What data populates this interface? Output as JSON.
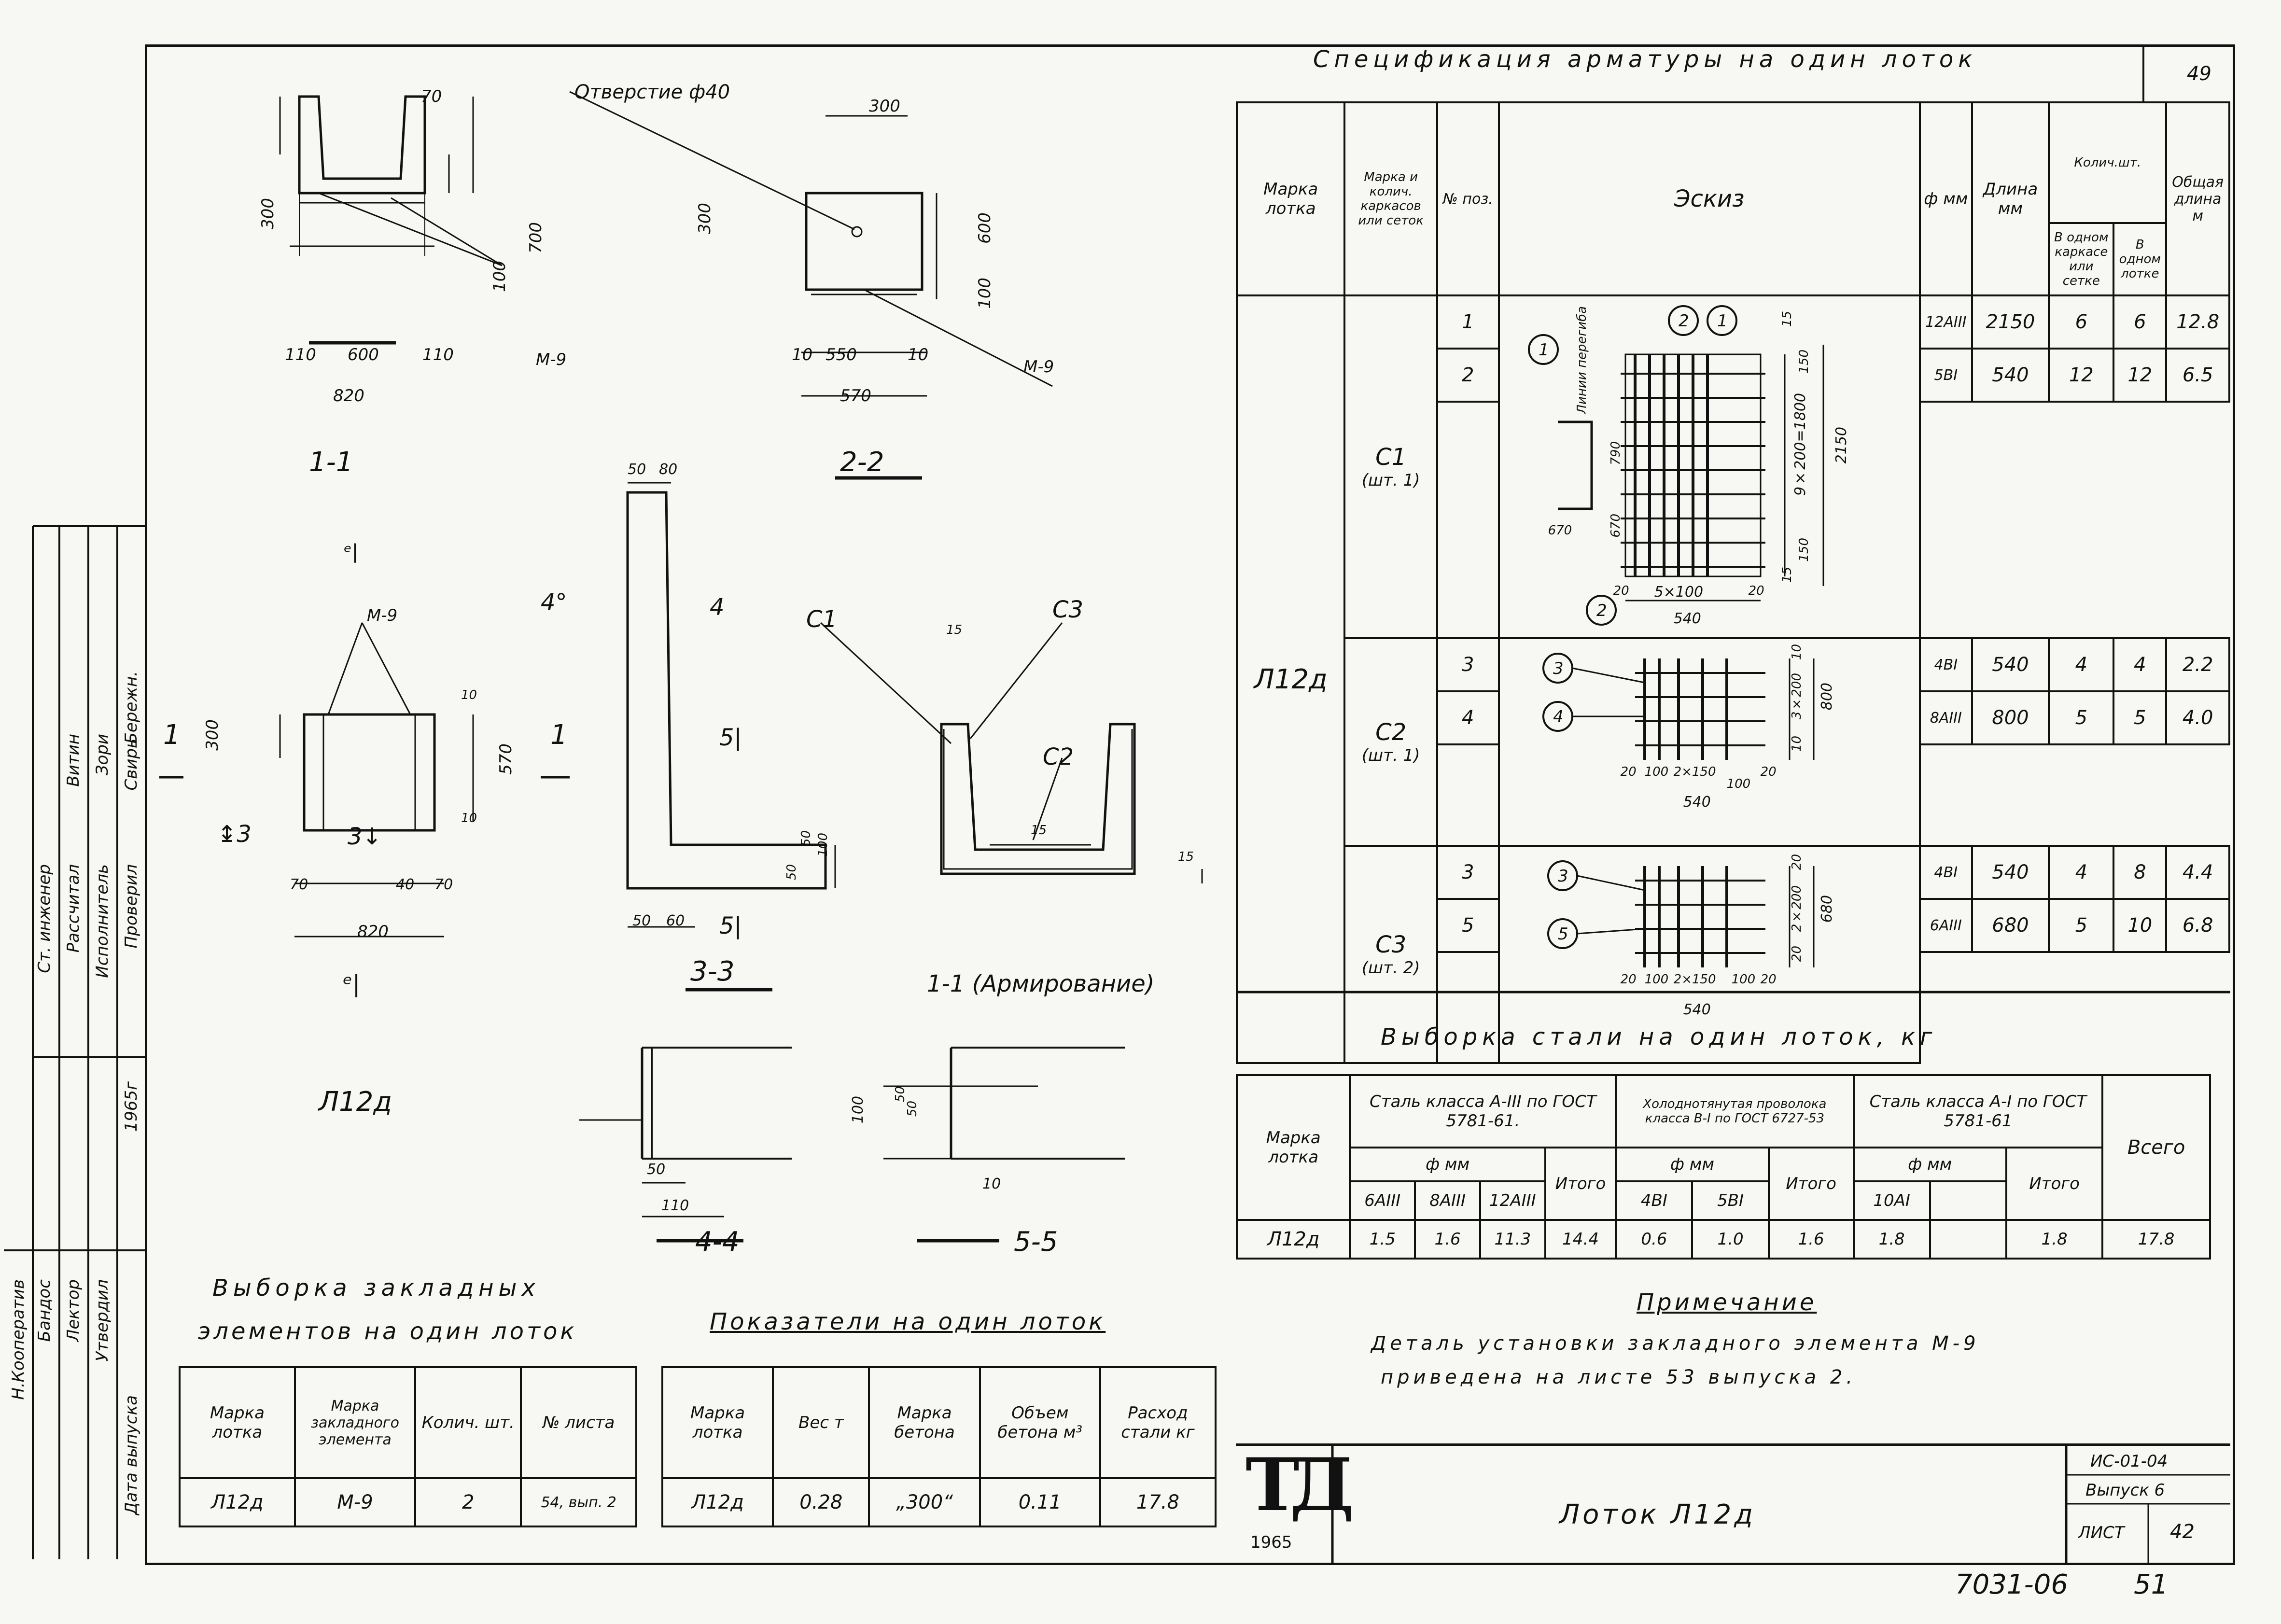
{
  "sheet": {
    "page_top_number": "49",
    "sheet_label": "ЛИСТ",
    "sheet_number": "42",
    "series": "ИС-01-04",
    "issue": "Выпуск 6",
    "title": "Лоток Л12д",
    "logo": "ТД",
    "year": "1965",
    "archive_number": "7031-06",
    "archive_page": "51"
  },
  "drawings": {
    "section_1_1": "1-1",
    "section_2_2": "2-2",
    "section_3_3": "3-3",
    "section_4_4": "4-4",
    "section_5_5": "5-5",
    "section_reinforcement": "1-1 (Армирование)",
    "plan_label": "Л12д",
    "hole_label": "Отверстие ф40",
    "embed_label": "М-9",
    "frames": [
      "С1",
      "С2",
      "С3"
    ],
    "dims_1_1": [
      "70",
      "300",
      "700",
      "100",
      "110",
      "600",
      "110",
      "820"
    ],
    "dims_2_2": [
      "300",
      "300",
      "600",
      "100",
      "10",
      "550",
      "10",
      "570"
    ],
    "dims_plan": [
      "300",
      "570",
      "10",
      "10",
      "70",
      "40",
      "70",
      "820"
    ],
    "dims_3_3": [
      "50",
      "80",
      "50",
      "50",
      "100",
      "50",
      "60"
    ],
    "dims_4_4": [
      "50",
      "110"
    ],
    "dims_5_5": [
      "100",
      "50",
      "50",
      "10"
    ],
    "dims_reinf": [
      "15",
      "15",
      "15"
    ]
  },
  "spec": {
    "title": "Спецификация арматуры на один лоток",
    "headers": {
      "mark": "Марка лотка",
      "frame": "Марка и колич. каркасов или сеток",
      "pos": "№ поз.",
      "sketch": "Эскиз",
      "dia": "ф мм",
      "length": "Длина мм",
      "qty": "Колич.шт.",
      "qty_frame": "В одном каркасе или сетке",
      "qty_tray": "В одном лотке",
      "total": "Общая длина м"
    },
    "tray_mark": "Л12д",
    "groups": [
      {
        "frame": "С1",
        "count": "(шт. 1)",
        "rows": [
          {
            "pos": "1",
            "dia": "12AIII",
            "length": "2150",
            "q1": "6",
            "q2": "6",
            "total": "12.8"
          },
          {
            "pos": "2",
            "dia": "5BI",
            "length": "540",
            "q1": "12",
            "q2": "12",
            "total": "6.5"
          }
        ]
      },
      {
        "frame": "С2",
        "count": "(шт. 1)",
        "rows": [
          {
            "pos": "3",
            "dia": "4BI",
            "length": "540",
            "q1": "4",
            "q2": "4",
            "total": "2.2"
          },
          {
            "pos": "4",
            "dia": "8AIII",
            "length": "800",
            "q1": "5",
            "q2": "5",
            "total": "4.0"
          }
        ]
      },
      {
        "frame": "С3",
        "count": "(шт. 2)",
        "rows": [
          {
            "pos": "3",
            "dia": "4BI",
            "length": "540",
            "q1": "4",
            "q2": "8",
            "total": "4.4"
          },
          {
            "pos": "5",
            "dia": "6AIII",
            "length": "680",
            "q1": "5",
            "q2": "10",
            "total": "6.8"
          }
        ]
      }
    ],
    "sketch_labels": {
      "c1": [
        "Линии перегиба",
        "790",
        "670",
        "670",
        "9×200=1800",
        "2150",
        "150",
        "150",
        "15",
        "15",
        "20",
        "5×100",
        "20",
        "540"
      ],
      "c2": [
        "3×200",
        "800",
        "20",
        "100",
        "2×150",
        "100",
        "20",
        "540",
        "10",
        "10"
      ],
      "c3": [
        "2×200",
        "680",
        "20",
        "100",
        "2×150",
        "100",
        "20",
        "540",
        "20",
        "20"
      ]
    }
  },
  "steel": {
    "title": "Выборка стали на один лоток, кг",
    "col_mark": "Марка лотка",
    "group_a3": "Сталь класса А-III по ГОСТ 5781-61.",
    "group_b1": "Холоднотянутая проволока класса В-I по ГОСТ 6727-53",
    "group_a1": "Сталь класса А-I по ГОСТ 5781-61",
    "phi": "ф мм",
    "total_col": "Всего",
    "sub_a3": [
      "6AIII",
      "8AIII",
      "12AIII",
      "Итого"
    ],
    "sub_b1": [
      "4BI",
      "5BI",
      "Итого"
    ],
    "sub_a1": [
      "10AI",
      "",
      "Итого"
    ],
    "row": {
      "mark": "Л12д",
      "a3": [
        "1.5",
        "1.6",
        "11.3",
        "14.4"
      ],
      "b1": [
        "0.6",
        "1.0",
        "1.6"
      ],
      "a1": [
        "1.8",
        "",
        "1.8"
      ],
      "total": "17.8"
    }
  },
  "note": {
    "title": "Примечание",
    "text1": "Деталь установки закладного элемента М-9",
    "text2": "приведена на листе 53 выпуска 2."
  },
  "embedded": {
    "title1": "Выборка закладных",
    "title2": "элементов на один лоток",
    "headers": [
      "Марка лотка",
      "Марка закладного элемента",
      "Колич. шт.",
      "№ листа"
    ],
    "row": [
      "Л12д",
      "М-9",
      "2",
      "54, вып. 2"
    ]
  },
  "indicators": {
    "title": "Показатели на один лоток",
    "headers": [
      "Марка лотка",
      "Вес т",
      "Марка бетона",
      "Объем бетона м³",
      "Расход стали кг"
    ],
    "row": [
      "Л12д",
      "0.28",
      "„300“",
      "0.11",
      "17.8"
    ]
  },
  "stamp": {
    "roles": [
      "Н.Кооператив",
      "Бандос",
      "Лектор",
      "Утвердил",
      "Ст. инженер",
      "Рассчитал",
      "Исполнитель",
      "Проверил"
    ],
    "names": [
      "Витин",
      "Зори",
      "Бережн.",
      "Свирь"
    ],
    "date_label": "Дата выпуска",
    "year": "1965г"
  }
}
